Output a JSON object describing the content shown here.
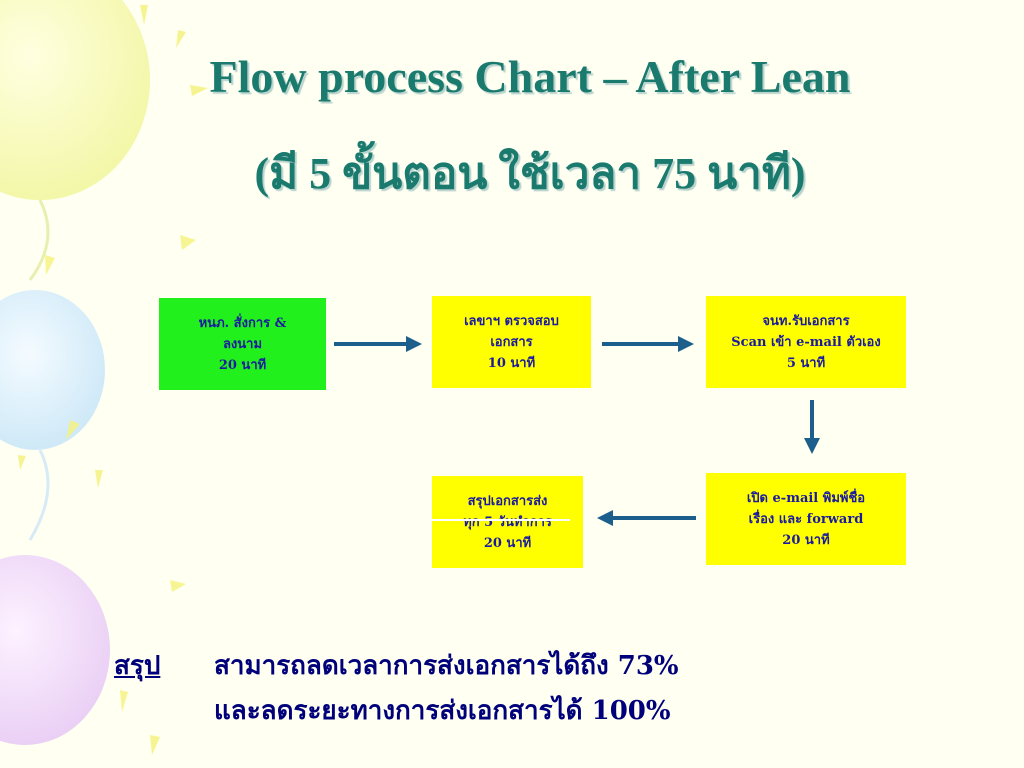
{
  "title": {
    "line1": "Flow process Chart – After Lean",
    "line2": "(มี 5 ขั้นตอน ใช้เวลา 75 นาที)"
  },
  "steps": [
    {
      "text": "หนภ. สั่งการ &\nลงนาม\n20 นาที",
      "color": "#22f01c"
    },
    {
      "text": "เลขาฯ ตรวจสอบ\nเอกสาร\n10 นาที",
      "color": "#ffff00"
    },
    {
      "text": "จนท.รับเอกสาร\nScan เข้า e-mail ตัวเอง\n5 นาที",
      "color": "#ffff00"
    },
    {
      "text": "เปิด e-mail พิมพ์ชื่อ\nเรื่อง และ forward\n20 นาที",
      "color": "#ffff00"
    },
    {
      "text": "สรุปเอกสารส่ง\nทุก 5 วันทำการ\n20 นาที",
      "color": "#ffff00"
    }
  ],
  "summary": {
    "label": "สรุป",
    "line1": "สามารถลดเวลาการส่งเอกสารได้ถึง 73%",
    "line2": "และลดระยะทางการส่งเอกสารได้ 100%"
  },
  "colors": {
    "title": "#1a7a6e",
    "box_text": "#1a1aa0",
    "arrow": "#1d5f8c",
    "summary_text": "#00007a",
    "background": "#fffff2"
  }
}
